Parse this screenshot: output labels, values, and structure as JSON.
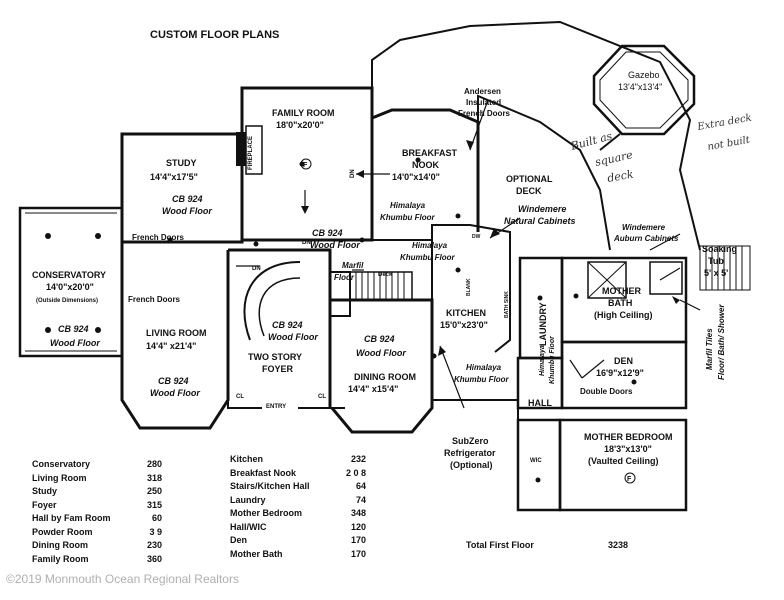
{
  "title": "CUSTOM FLOOR PLANS",
  "rooms": {
    "gazebo": {
      "name": "Gazebo",
      "dims": "13'4\"x13'4\""
    },
    "family_room": {
      "name": "FAMILY ROOM",
      "dims": "18'0\"x20'0\""
    },
    "study": {
      "name": "STUDY",
      "dims": "14'4\"x17'5\"",
      "floor1": "CB 924",
      "floor2": "Wood Floor"
    },
    "breakfast_nook": {
      "name1": "BREAKFAST",
      "name2": "NOOK",
      "dims": "14'0\"x14'0\""
    },
    "optional_deck": {
      "name1": "OPTIONAL",
      "name2": "DECK"
    },
    "conservatory": {
      "name": "CONSERVATORY",
      "dims": "14'0\"x20'0\"",
      "note": "(Outside Dimensions)",
      "floor1": "CB 924",
      "floor2": "Wood Floor"
    },
    "living_room": {
      "name": "LIVING ROOM",
      "dims": "14'4\" x21'4\"",
      "floor1": "CB 924",
      "floor2": "Wood Floor"
    },
    "two_story_foyer": {
      "name1": "TWO STORY",
      "name2": "FOYER",
      "floor1": "CB 924",
      "floor2": "Wood Floor"
    },
    "dining_room": {
      "name": "DINING ROOM",
      "dims": "14'4\" x15'4\"",
      "floor1": "CB 924",
      "floor2": "Wood Floor"
    },
    "kitchen": {
      "name": "KITCHEN",
      "dims": "15'0\"x23'0\""
    },
    "laundry": {
      "name": "LAUNDRY"
    },
    "mother_bath": {
      "name1": "MOTHER",
      "name2": "BATH",
      "note": "(High Ceiling)"
    },
    "den": {
      "name": "DEN",
      "dims": "16'9\"x12'9\""
    },
    "hall": {
      "name": "HALL"
    },
    "wic": {
      "name": "WIC"
    },
    "mother_bedroom": {
      "name": "MOTHER BEDROOM",
      "dims": "18'3\"x13'0\"",
      "note": "(Vaulted Ceiling)"
    }
  },
  "labels": {
    "andersen1": "Andersen",
    "andersen2": "Insulated",
    "andersen3": "French Doors",
    "french_doors_a": "French Doors",
    "french_doors_b": "French Doors",
    "fireplace": "FIREPLACE",
    "cb924_fam1": "CB 924",
    "cb924_fam2": "Wood Floor",
    "himalaya_nook1": "Himalaya",
    "himalaya_nook2": "Khumbu Floor",
    "himalaya_k1": "Himalaya",
    "himalaya_k2": "Khumbu Floor",
    "himalaya_hall1": "Himalaya",
    "himalaya_hall2": "Khumbu Floor",
    "himalaya_laundry1": "Himalaya",
    "himalaya_laundry2": "Khumbu Floor",
    "marfil_floor1": "Marfil",
    "marfil_floor2": "Floor",
    "windemere1": "Windemere",
    "windemere2": "Natural Cabinets",
    "windemere_auburn1": "Windemere",
    "windemere_auburn2": "Auburn Cabinets",
    "soaking1": "Soaking",
    "soaking2": "Tub",
    "soaking3": "5' x 5'",
    "marfil_tiles1": "Marfil Tiles",
    "marfil_tiles2": "Floor/ Bath/ Shower",
    "double_doors": "Double Doors",
    "subzero1": "SubZero",
    "subzero2": "Refrigerator",
    "subzero3": "(Optional)",
    "entry": "ENTRY",
    "cl1": "CL",
    "cl2": "CL",
    "dn1": "DN",
    "dn2": "DN",
    "dn3": "DN",
    "deck_small": "Deck",
    "blank": "BLANK",
    "dw": "DW",
    "bath_sink": "BATH SINK",
    "f1": "F",
    "f2": "F"
  },
  "handwritten": {
    "built1": "Built as",
    "built2": "square",
    "built3": "deck",
    "extra1": "Extra deck",
    "extra2": "not built"
  },
  "areas_left": [
    {
      "room": "Conservatory",
      "value": "280"
    },
    {
      "room": "Living Room",
      "value": "318"
    },
    {
      "room": "Study",
      "value": "250"
    },
    {
      "room": "Foyer",
      "value": "315"
    },
    {
      "room": "Hall by Fam Room",
      "value": "60"
    },
    {
      "room": "Powder Room",
      "value": "3 9"
    },
    {
      "room": "Dining Room",
      "value": "230"
    },
    {
      "room": "Family Room",
      "value": "360"
    }
  ],
  "areas_right": [
    {
      "room": "Kitchen",
      "value": "232"
    },
    {
      "room": "Breakfast Nook",
      "value": "2 0 8"
    },
    {
      "room": "Stairs/Kitchen Hall",
      "value": "64"
    },
    {
      "room": "Laundry",
      "value": "74"
    },
    {
      "room": "Mother Bedroom",
      "value": "348"
    },
    {
      "room": "Hall/WIC",
      "value": "120"
    },
    {
      "room": "Den",
      "value": "170"
    },
    {
      "room": "Mother Bath",
      "value": "170"
    }
  ],
  "total": {
    "label": "Total First Floor",
    "value": "3238"
  },
  "watermark": "©2019 Monmouth Ocean Regional Realtors"
}
